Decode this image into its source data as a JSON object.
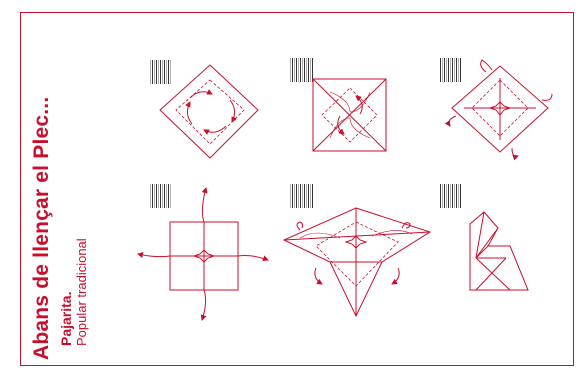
{
  "document": {
    "title": "Abans de llençar el Plec...",
    "model_name": "Pajarita.",
    "credit": "Popular tradicional"
  },
  "steps": [
    {
      "id": 1,
      "description": "square with curved fold arrows"
    },
    {
      "id": 2,
      "description": "square with X diagonals and collapse arrows"
    },
    {
      "id": 3,
      "description": "diamond with star centre and rotation arrows"
    },
    {
      "id": 4,
      "description": "square with four points pulled outward"
    },
    {
      "id": 5,
      "description": "bird base folding with curled arrows"
    },
    {
      "id": 6,
      "description": "finished pajarita"
    }
  ],
  "colors": {
    "accent": "#c8102e",
    "background": "#ffffff"
  }
}
